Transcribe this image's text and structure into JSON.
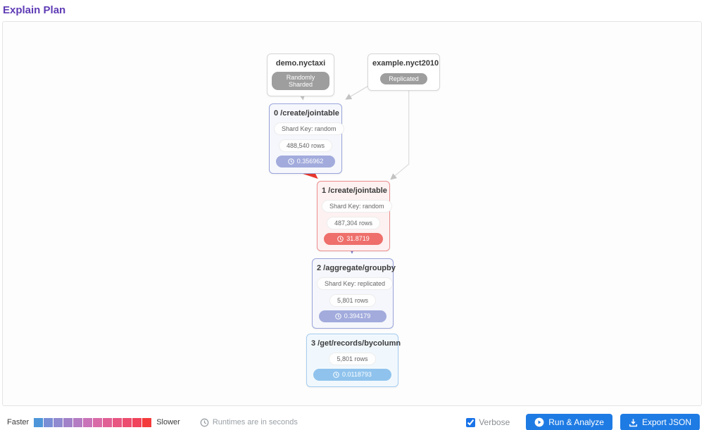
{
  "title": "Explain Plan",
  "graph": {
    "tables": [
      {
        "name": "demo.nyctaxi",
        "badge": "Randomly Sharded"
      },
      {
        "name": "example.nyct2010",
        "badge": "Replicated"
      }
    ],
    "operators": [
      {
        "title": "0 /create/jointable",
        "shard_key": "Shard Key: random",
        "rows": "488,540 rows",
        "runtime": "0.356962"
      },
      {
        "title": "1 /create/jointable",
        "shard_key": "Shard Key: random",
        "rows": "487,304 rows",
        "runtime": "31.8719"
      },
      {
        "title": "2 /aggregate/groupby",
        "shard_key": "Shard Key: replicated",
        "rows": "5,801 rows",
        "runtime": "0.394179"
      },
      {
        "title": "3 /get/records/bycolumn",
        "rows": "5,801 rows",
        "runtime": "0.0118793"
      }
    ]
  },
  "legend": {
    "faster_label": "Faster",
    "slower_label": "Slower",
    "swatches": [
      "#4e96d9",
      "#7a8ed6",
      "#908ad0",
      "#a182c9",
      "#b47cc2",
      "#c973b8",
      "#d96aa8",
      "#e06095",
      "#e85682",
      "#ec4d6e",
      "#f0435c",
      "#f43b3b"
    ],
    "runtime_note": "Runtimes are in seconds"
  },
  "footer": {
    "verbose_label": "Verbose",
    "verbose_checked": true,
    "run_button": "Run & Analyze",
    "export_button": "Export JSON"
  },
  "colors": {
    "title": "#5f3cb5",
    "button_blue": "#1f7be4",
    "slow_node_red": "#ee6f6b",
    "indigo_node": "#a2abdc",
    "fast_node_blue": "#8fc3ed",
    "table_badge_gray": "#9e9e9e",
    "edge_gray": "#cfcfcf",
    "edge_indigo": "#6f7dc8",
    "edge_blue": "#4b93d9",
    "edge_red": "#e8392e"
  }
}
